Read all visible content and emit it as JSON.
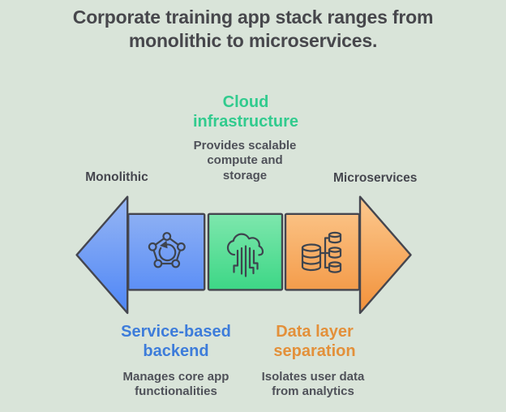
{
  "title": {
    "text": "Corporate training app stack ranges from monolithic to microservices."
  },
  "axis_labels": {
    "left": "Monolithic",
    "right": "Microservices"
  },
  "nodes": [
    {
      "id": "service-based-backend",
      "heading": "Service-based backend",
      "description": "Manages core app functionalities",
      "icon": "network-pentagon-icon",
      "accent": "#3d7cda"
    },
    {
      "id": "cloud-infrastructure",
      "heading": "Cloud infrastructure",
      "description": "Provides scalable compute and storage",
      "icon": "cloud-circuit-icon",
      "accent": "#31cb8e"
    },
    {
      "id": "data-layer-separation",
      "heading": "Data layer separation",
      "description": "Isolates user data from analytics",
      "icon": "database-shard-icon",
      "accent": "#e3903a"
    }
  ],
  "palette": {
    "background": "#d9e4d9",
    "title_text": "#47474c",
    "label_text": "#45464e",
    "body_text": "#4f5159",
    "outline": "#45464f",
    "icon_stroke": "#3e444e",
    "blue_gradient_top": "#97b6f4",
    "blue_gradient_bottom": "#4e86f6",
    "green_gradient_top": "#7ee7ad",
    "green_gradient_bottom": "#3dd786",
    "orange_gradient_top": "#fcc98f",
    "orange_gradient_bottom": "#f2913a"
  }
}
